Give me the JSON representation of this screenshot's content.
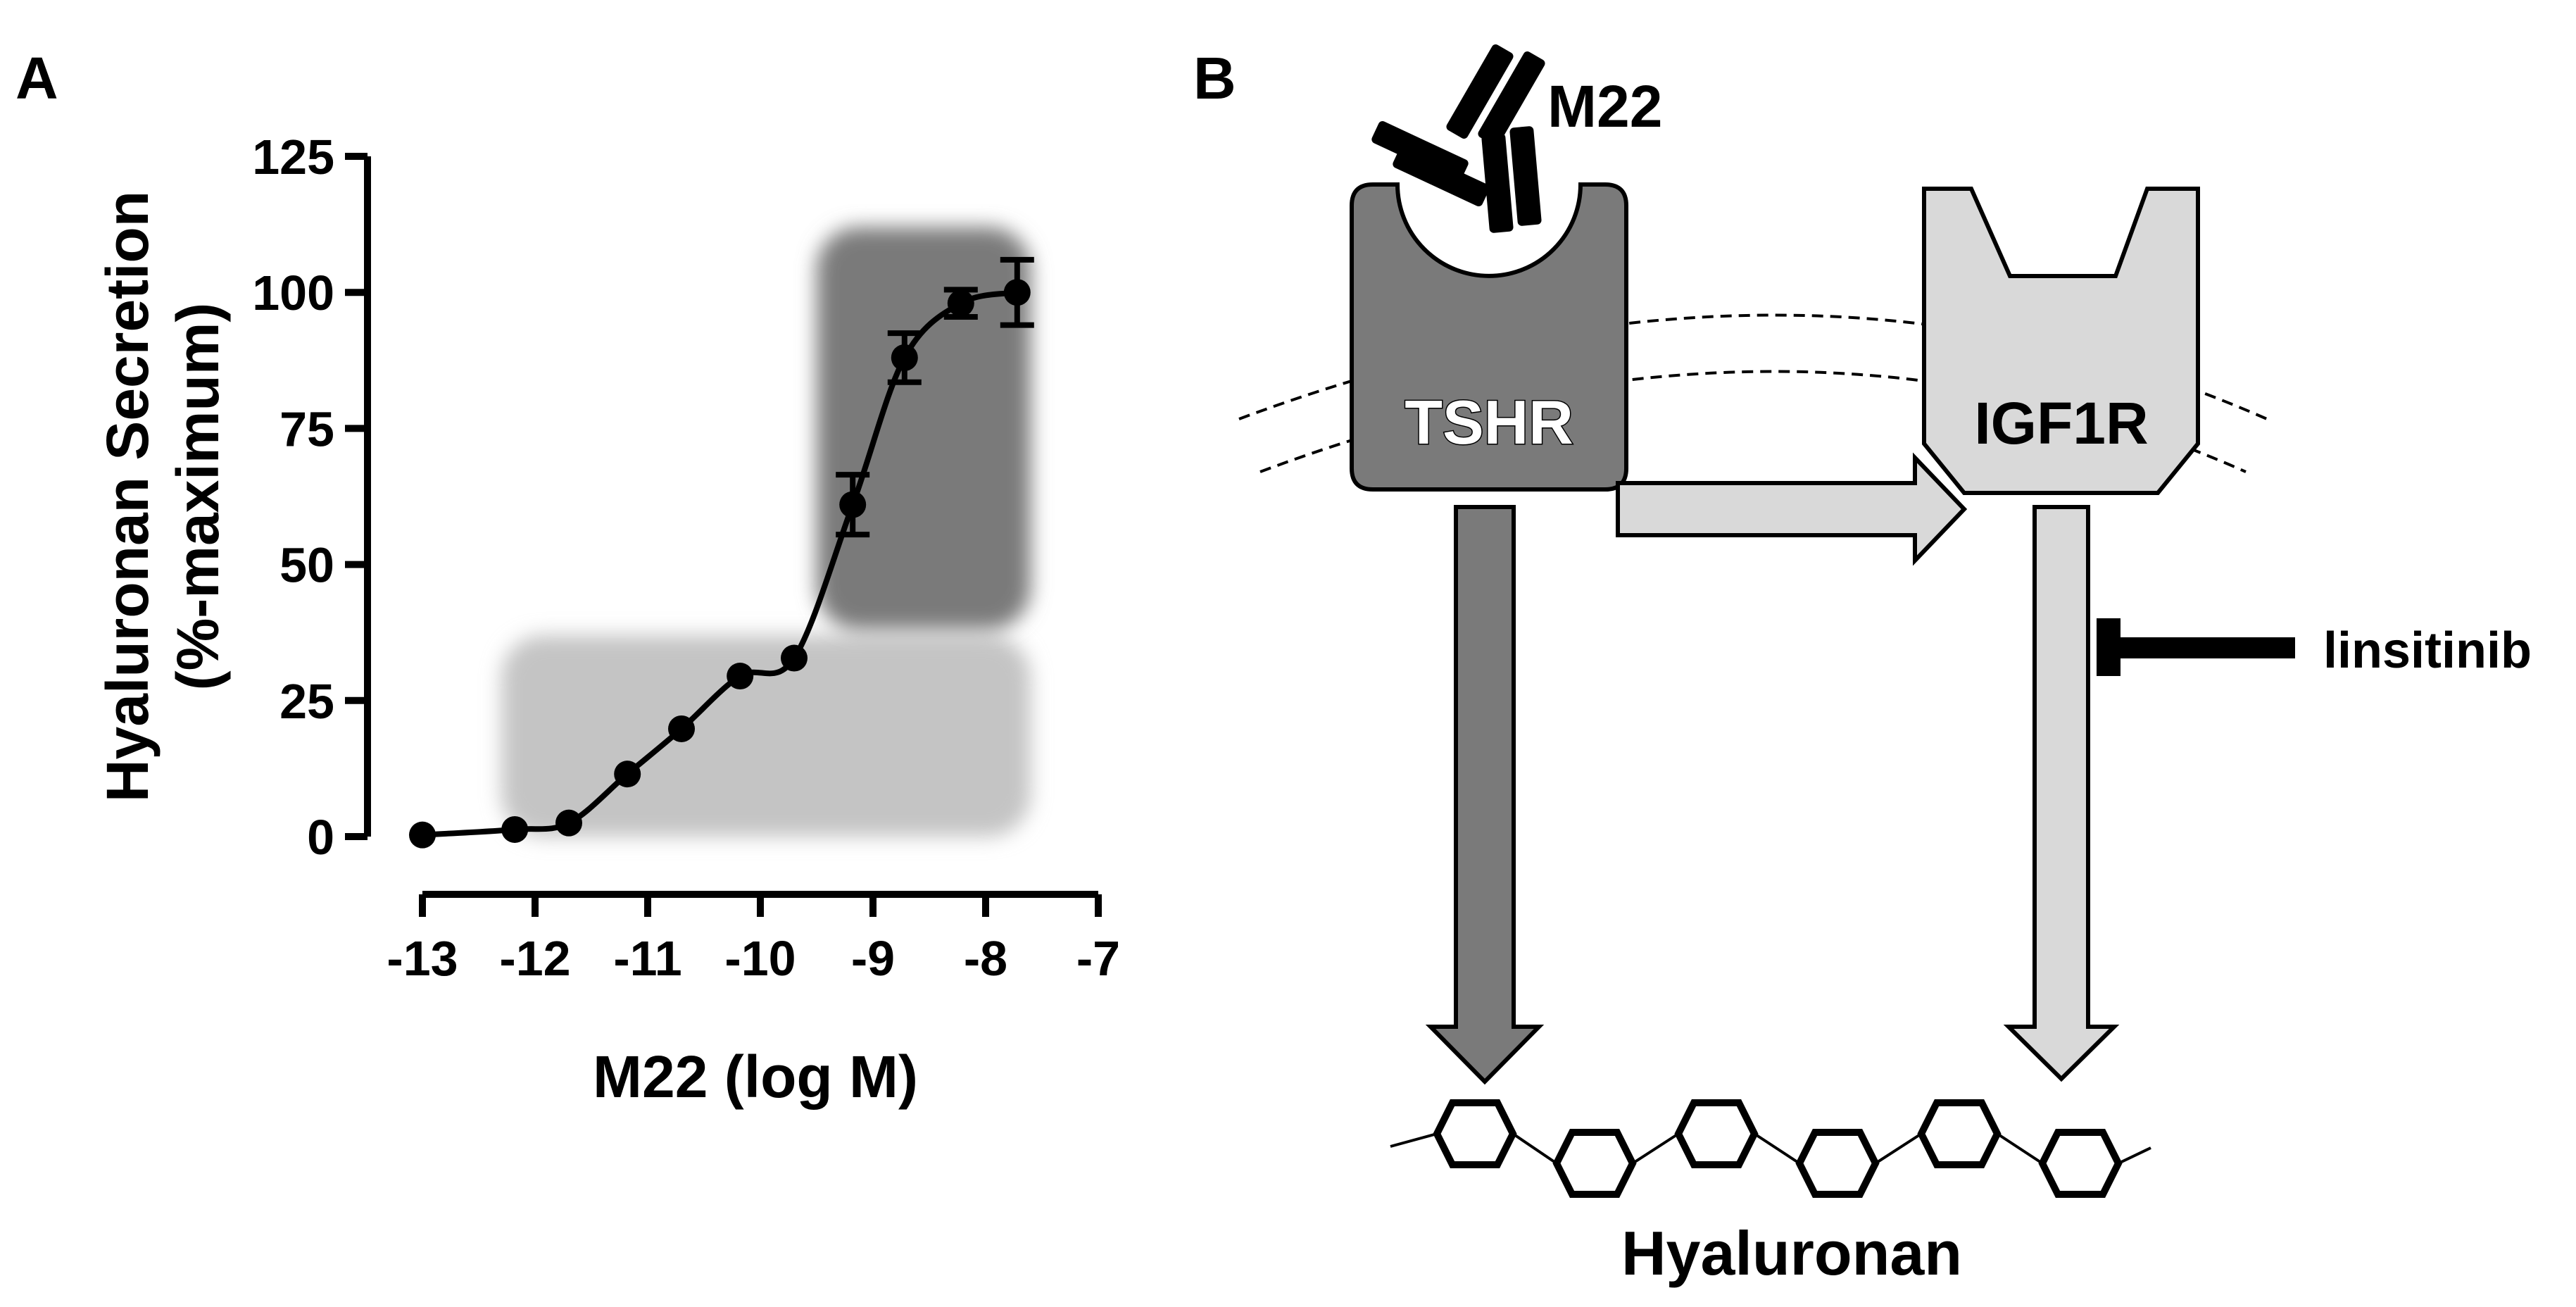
{
  "panel_a": {
    "letter": "A",
    "chart_data": {
      "type": "scatter",
      "xlabel": "M22 (log M)",
      "ylabel_line1": "Hyaluronan Secretion",
      "ylabel_line2": "(%-maximum)",
      "xlim": [
        -13,
        -7
      ],
      "ylim": [
        0,
        125
      ],
      "x_ticks": [
        -13,
        -12,
        -11,
        -10,
        -9,
        -8,
        -7
      ],
      "y_ticks": [
        0,
        25,
        50,
        75,
        100,
        125
      ],
      "grid": false,
      "fit_curve": true,
      "series": [
        {
          "x": [
            -13.0,
            -12.18,
            -11.7,
            -11.18,
            -10.7,
            -10.18,
            -9.7,
            -9.18,
            -8.72,
            -8.22,
            -7.72
          ],
          "y": [
            0.3,
            1.3,
            2.5,
            11.5,
            19.8,
            29.5,
            32.8,
            61.0,
            88.0,
            98.0,
            100.0
          ],
          "error": [
            0,
            0,
            0,
            0,
            0,
            0,
            0,
            5.5,
            4.5,
            2.5,
            6.0
          ]
        }
      ],
      "shaded_regions": [
        {
          "x_range": [
            -12.3,
            -7.6
          ],
          "y_range": [
            0,
            37
          ],
          "color": "#c4c4c4"
        },
        {
          "x_range": [
            -9.5,
            -7.6
          ],
          "y_range": [
            38,
            112
          ],
          "color": "#7a7a7a"
        }
      ]
    }
  },
  "panel_b": {
    "letter": "B",
    "antibody_label": "M22",
    "receptor_left": "TSHR",
    "receptor_right": "IGF1R",
    "inhibitor": "linsitinib",
    "product": "Hyaluronan",
    "colors": {
      "dark": "#7a7a7a",
      "light": "#d9d9d9",
      "black": "#000000"
    }
  }
}
